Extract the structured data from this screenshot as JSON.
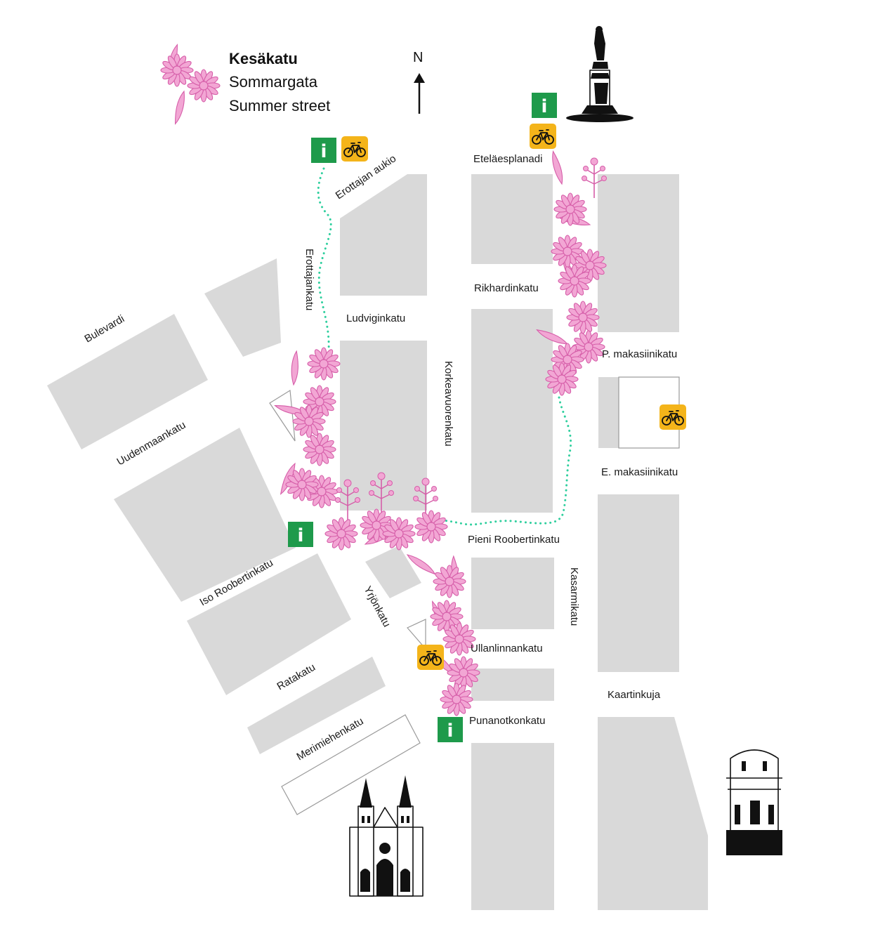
{
  "legend": {
    "title": "Kesäkatu",
    "swedish": "Sommargata",
    "english": "Summer street"
  },
  "compass": {
    "label": "N"
  },
  "streets": {
    "erottajan_aukio": "Erottajan aukio",
    "erottajankatu": "Erottajankatu",
    "bulevardi": "Bulevardi",
    "ludviginkatu": "Ludviginkatu",
    "uudenmaankatu": "Uudenmaankatu",
    "iso_roobertinkatu": "Iso Roobertinkatu",
    "yrjonkatu": "Yrjönkatu",
    "ratakatu": "Ratakatu",
    "merimiehenkatu": "Merimiehenkatu",
    "etelaesplanadi": "Eteläesplanadi",
    "rikhardinkatu": "Rikhardinkatu",
    "korkeavuorenkatu": "Korkeavuorenkatu",
    "p_makasiinikatu": "P. makasiinikatu",
    "e_makasiinikatu": "E. makasiinikatu",
    "pieni_roobertinkatu": "Pieni Roobertinkatu",
    "kasarmikatu": "Kasarmikatu",
    "ullanlinnankatu": "Ullanlinnankatu",
    "kaartinkuja": "Kaartinkuja",
    "punanotkonkatu": "Punanotkonkatu"
  },
  "icons": {
    "info_glyph": "i",
    "info_name": "info-point-icon",
    "bike_name": "city-bike-station-icon"
  },
  "colors": {
    "block": "#d9d9d9",
    "route": "#2fcf9e",
    "flower": "#f2a6d4",
    "flower_line": "#d65ea9",
    "info": "#1e9a4b",
    "bike": "#f4b41a"
  }
}
